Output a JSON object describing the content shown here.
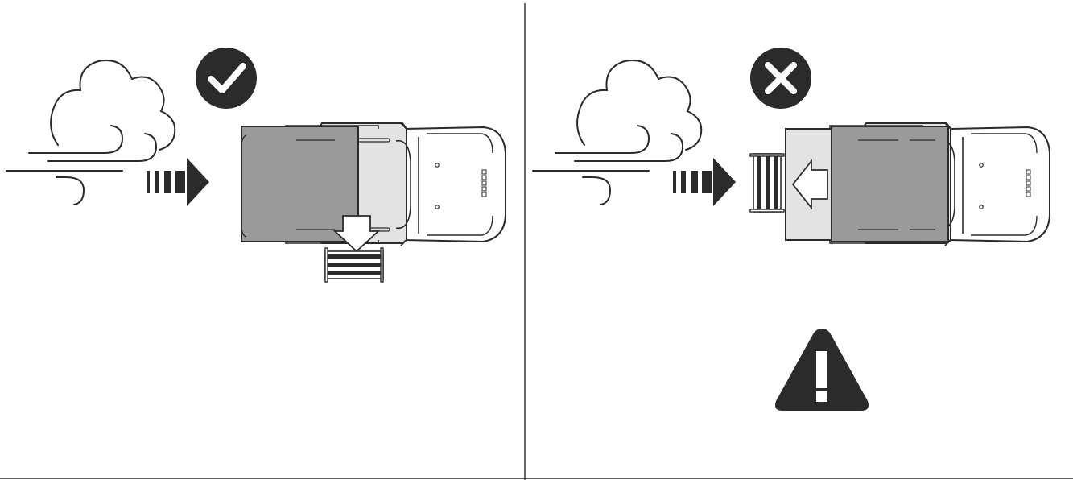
{
  "panels": [
    {
      "id": "correct",
      "status_icon": "checkmark-icon",
      "wind_icon": "wind-cloud-icon",
      "vehicle": "pickup-truck-top-view",
      "exit_icon": "ladder-icon",
      "exit_side": "side",
      "warning": false
    },
    {
      "id": "incorrect",
      "status_icon": "cross-icon",
      "wind_icon": "wind-cloud-icon",
      "vehicle": "pickup-truck-top-view",
      "exit_icon": "ladder-icon",
      "exit_side": "rear",
      "warning": true,
      "warning_icon": "warning-triangle-icon"
    }
  ],
  "colors": {
    "ink": "#2b2b2b",
    "dark_fill": "#9a9a9a",
    "light_fill": "#e3e3e3",
    "background": "#ffffff"
  }
}
